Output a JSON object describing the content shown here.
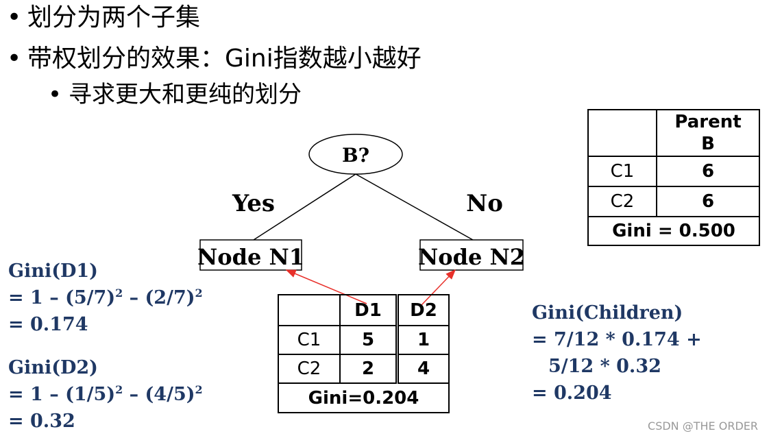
{
  "bullets": [
    "划分为两个子集",
    "带权划分的效果：Gini指数越小越好",
    "寻求更大和更纯的划分"
  ],
  "tree": {
    "root_label": "B?",
    "yes_label": "Yes",
    "no_label": "No",
    "node1_label": "Node N1",
    "node2_label": "Node N2"
  },
  "parent_table": {
    "header": "Parent B",
    "header_line1": "Parent",
    "header_line2": "B",
    "rows": [
      {
        "label": "C1",
        "value": "6"
      },
      {
        "label": "C2",
        "value": "6"
      }
    ],
    "footer": "Gini = 0.500"
  },
  "child_table": {
    "col1": "D1",
    "col2": "D2",
    "rows": [
      {
        "label": "C1",
        "d1": "5",
        "d2": "1"
      },
      {
        "label": "C2",
        "d1": "2",
        "d2": "4"
      }
    ],
    "footer": "Gini=0.204"
  },
  "gini_d1": {
    "title": "Gini(D1)",
    "line_a": "= 1 – (5/7)",
    "exp_a": "2",
    "line_b": " – (2/7)",
    "exp_b": "2",
    "result": "= 0.174"
  },
  "gini_d2": {
    "title": "Gini(D2)",
    "line_a": "= 1 – (1/5)",
    "exp_a": "2",
    "line_b": " – (4/5)",
    "exp_b": "2",
    "result": "= 0.32"
  },
  "gini_children": {
    "title": "Gini(Children)",
    "line1": "= 7/12 * 0.174 +",
    "line2": "5/12 * 0.32",
    "result": "= 0.204"
  },
  "colors": {
    "formula_text": "#1f3864",
    "arrow": "#e8302a"
  },
  "watermark": "CSDN @THE ORDER"
}
